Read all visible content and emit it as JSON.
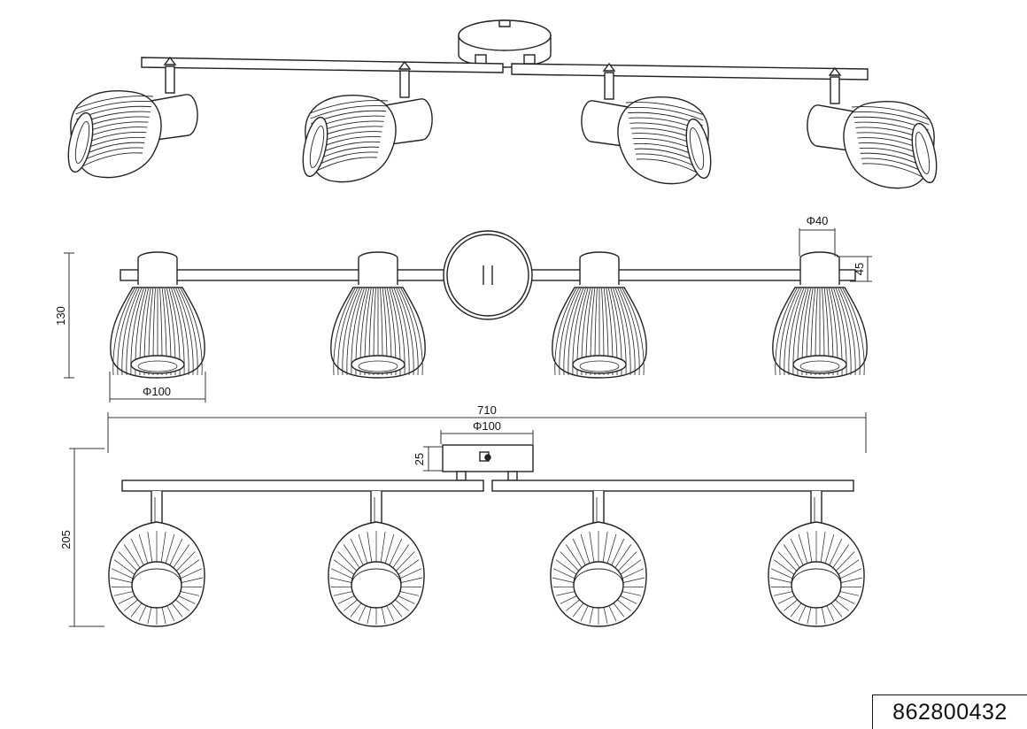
{
  "dimensions": {
    "head_diameter": "Φ40",
    "head_depth": "45",
    "side_height": "130",
    "shade_diameter": "Φ100",
    "total_length": "710",
    "canopy_diameter": "Φ100",
    "canopy_height": "25",
    "front_height": "205"
  },
  "product_code": "862800432",
  "colors": {
    "line": "#111111",
    "background": "#ffffff"
  }
}
